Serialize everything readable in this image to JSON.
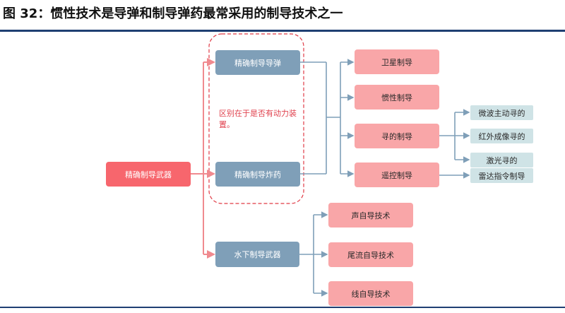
{
  "title": "图 32：惯性技术是导弹和制导弹药最常采用的制导技术之一",
  "colors": {
    "title_rule": "#1f3f73",
    "blue_box": "#7f9fb8",
    "red_box": "#f7666d",
    "pink_box": "#f9a6a8",
    "teal_box": "#cfe3e6",
    "connector_blue": "#7f9fb8",
    "connector_red": "#f08a8f",
    "dashed_border": "#e03a45"
  },
  "diagram": {
    "root": "精确制导武器",
    "precision_missile": "精确制导导弹",
    "precision_munition": "精确制导炸药",
    "underwater_weapon": "水下制导武器",
    "note": "区别在于是否有动力装置。",
    "guidance_methods": [
      "卫星制导",
      "惯性制导",
      "寻的制导",
      "遥控制导"
    ],
    "homing_types": [
      "微波主动寻的",
      "红外成像寻的",
      "激光寻的",
      "雷达指令制导"
    ],
    "underwater_types": [
      "声自导技术",
      "尾流自导技术",
      "线自导技术"
    ]
  }
}
